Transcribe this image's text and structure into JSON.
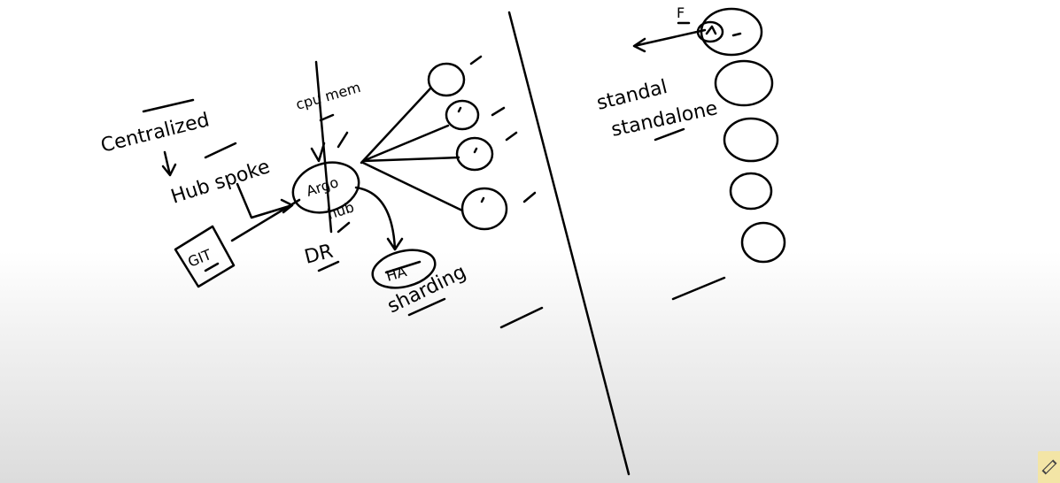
{
  "labels": {
    "centralized": "Centralized",
    "hub_spoke": "Hub spoke",
    "git": "GIT",
    "cpu_mem": "cpu mem",
    "argo": "Argo",
    "hub": "hub",
    "dr": "DR",
    "ha": "HA",
    "sharding": "sharding",
    "standal": "standal",
    "standalone": "standalone",
    "f": "F"
  },
  "colors": {
    "ink": "#000000",
    "logo_bg": "#f3e5a6"
  }
}
